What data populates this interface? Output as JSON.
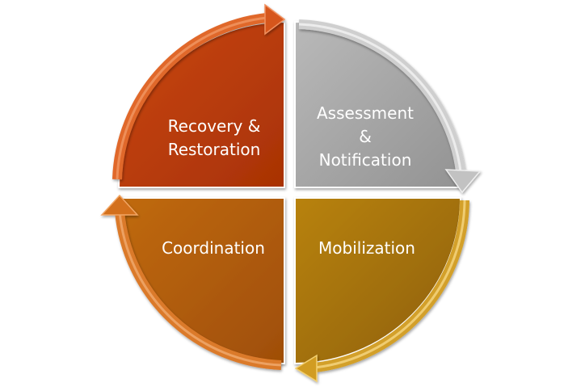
{
  "diagram": {
    "quadrants": {
      "top_left": {
        "lines": [
          "Recovery &",
          "Restoration"
        ],
        "fill": "#b83a08",
        "arrow": "#d8561e"
      },
      "top_right": {
        "lines": [
          "Assessment",
          "&",
          "Notification"
        ],
        "fill": "#a6a6a6",
        "arrow": "#c8c8c8"
      },
      "bottom_right": {
        "lines": [
          "Mobilization"
        ],
        "fill": "#a8720f",
        "arrow": "#cf9a1c"
      },
      "bottom_left": {
        "lines": [
          "Coordination"
        ],
        "fill": "#b85c08",
        "arrow": "#d27722"
      }
    }
  }
}
